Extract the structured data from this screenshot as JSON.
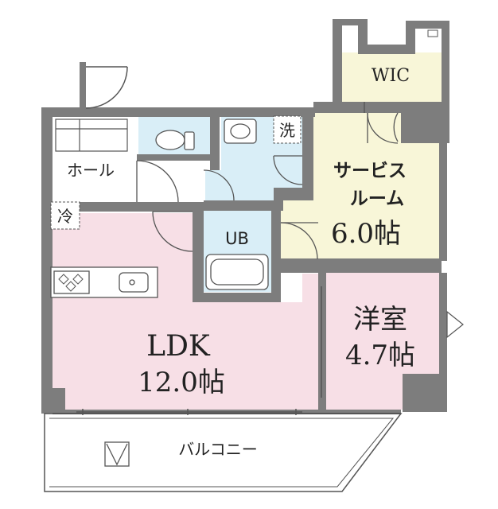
{
  "rooms": {
    "wic": "WIC",
    "hall": "ホール",
    "refrigerator": "冷",
    "washer": "洗",
    "unit_bath": "UB",
    "service_room_line1": "サービス",
    "service_room_line2": "ルーム",
    "service_room_size": "6.0帖",
    "western_room_name": "洋室",
    "western_room_size": "4.7帖",
    "ldk_name": "LDK",
    "ldk_size": "12.0帖",
    "balcony": "バルコニー"
  },
  "colors": {
    "wall": "#7d7d7d",
    "ldk_floor": "#f7dfe6",
    "western_floor": "#f7dfe6",
    "service_floor": "#f8f6d8",
    "wic_floor": "#f8f6d8",
    "wet_area": "#d9eef7",
    "hall_floor": "#ffffff",
    "balcony_floor": "#ffffff"
  }
}
